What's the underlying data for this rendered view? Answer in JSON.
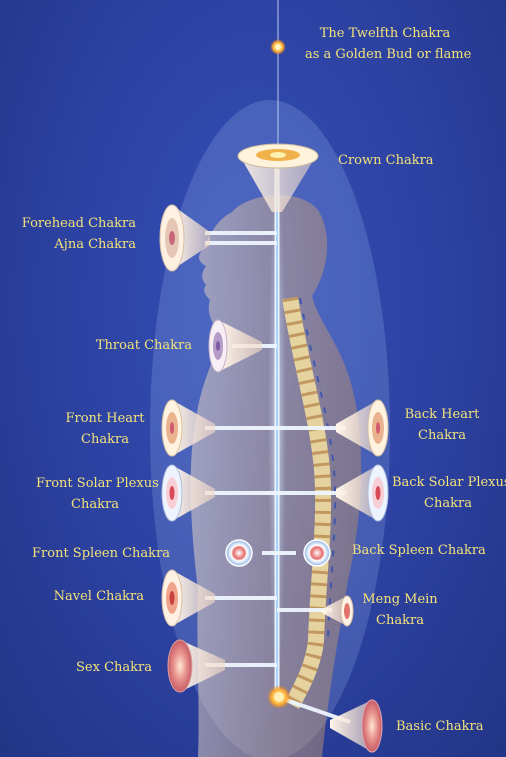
{
  "colors": {
    "background": "#2c41a0",
    "label_text": "#f3e27a",
    "energy_channel": "#dff1ff",
    "body_silhouette": "#c9a07e",
    "spine": "#ecd38f"
  },
  "labels": {
    "twelfth": {
      "line1": "The Twelfth Chakra",
      "line2": "as a Golden Bud or flame"
    },
    "crown": {
      "line1": "Crown Chakra"
    },
    "forehead": {
      "line1": "Forehead Chakra",
      "line2": "Ajna Chakra"
    },
    "throat": {
      "line1": "Throat Chakra"
    },
    "front_heart": {
      "line1": "Front Heart",
      "line2": "Chakra"
    },
    "back_heart": {
      "line1": "Back Heart",
      "line2": "Chakra"
    },
    "front_solar": {
      "line1": "Front Solar Plexus",
      "line2": "Chakra"
    },
    "back_solar": {
      "line1": "Back Solar Plexus",
      "line2": "Chakra"
    },
    "front_spleen": {
      "line1": "Front Spleen Chakra"
    },
    "back_spleen": {
      "line1": "Back Spleen Chakra"
    },
    "navel": {
      "line1": "Navel Chakra"
    },
    "meng_mein": {
      "line1": "Meng Mein",
      "line2": "Chakra"
    },
    "sex": {
      "line1": "Sex Chakra"
    },
    "basic": {
      "line1": "Basic Chakra"
    }
  }
}
